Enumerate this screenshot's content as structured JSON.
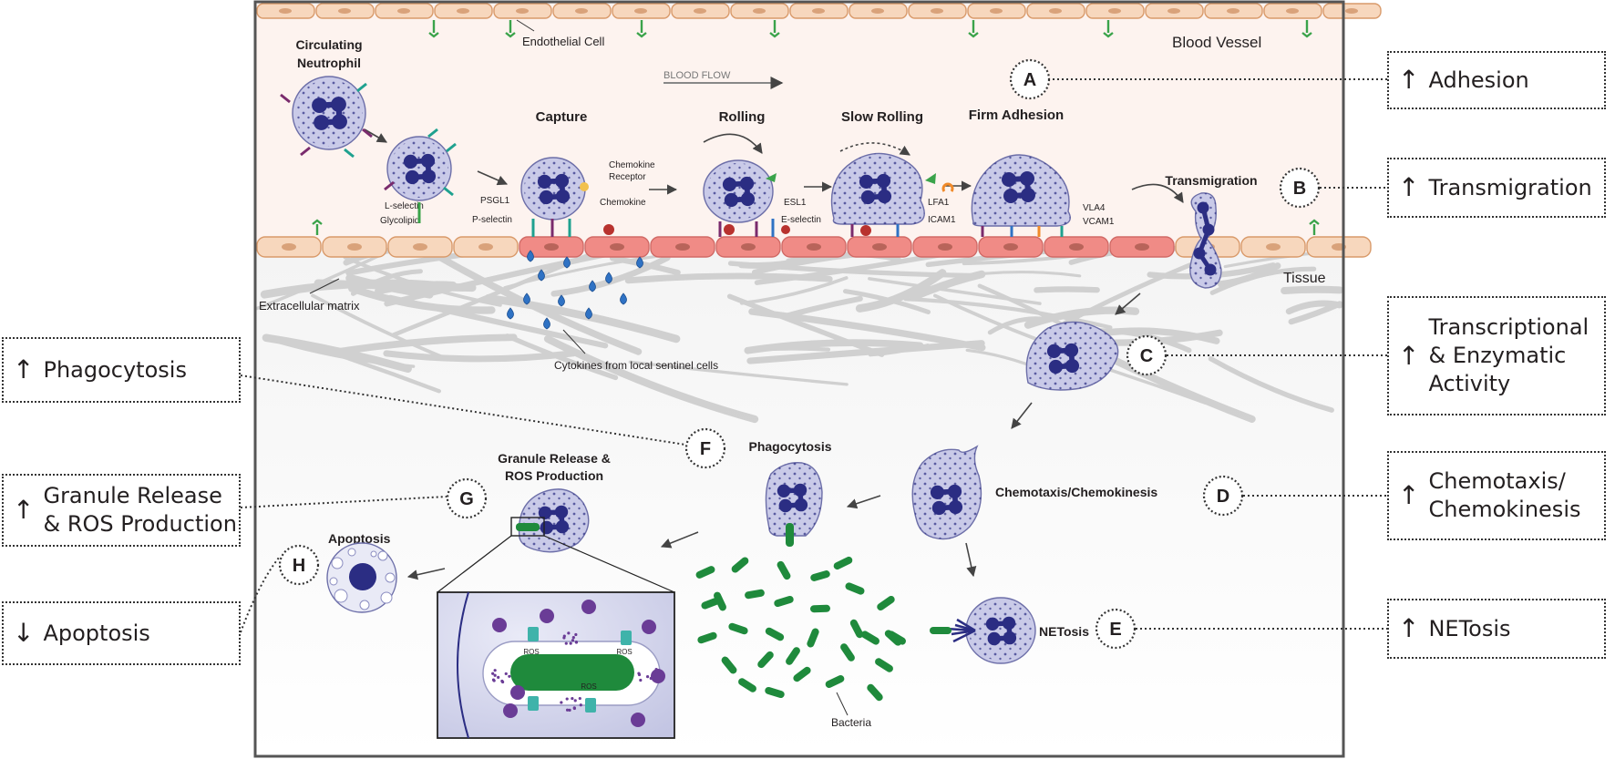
{
  "scene": {
    "blood_vessel": "Blood Vessel",
    "endothelial_cell": "Endothelial Cell",
    "blood_flow": "BLOOD FLOW",
    "tissue": "Tissue",
    "extracellular_matrix": "Extracellular matrix",
    "cytokines": "Cytokines from local sentinel cells",
    "bacteria": "Bacteria"
  },
  "stages": {
    "circulating": [
      "Circulating",
      "Neutrophil"
    ],
    "capture": "Capture",
    "rolling": "Rolling",
    "slow_rolling": "Slow Rolling",
    "firm_adhesion": "Firm Adhesion",
    "transmigration": "Transmigration",
    "phagocytosis": "Phagocytosis",
    "granule_release": [
      "Granule Release &",
      "ROS Production"
    ],
    "chemotaxis": "Chemotaxis/Chemokinesis",
    "apoptosis": "Apoptosis",
    "netosis": "NETosis"
  },
  "molecules": {
    "l_selectin": "L-selectin",
    "glycolipid": "Glycolipid",
    "psgl1": "PSGL1",
    "p_selectin": "P-selectin",
    "chemokine_receptor": [
      "Chemokine",
      "Receptor"
    ],
    "chemokine": "Chemokine",
    "esl1": "ESL1",
    "e_selectin": "E-selectin",
    "lfa1": "LFA1",
    "icam1": "ICAM1",
    "vla4": "VLA4",
    "vcam1": "VCAM1",
    "ros": "ROS"
  },
  "markers": {
    "a": "A",
    "b": "B",
    "c": "C",
    "d": "D",
    "e": "E",
    "f": "F",
    "g": "G",
    "h": "H"
  },
  "effects": {
    "adhesion": {
      "arrow": "↑",
      "lines": [
        "Adhesion"
      ]
    },
    "transmigration": {
      "arrow": "↑",
      "lines": [
        "Transmigration"
      ]
    },
    "transcriptional": {
      "arrow": "↑",
      "lines": [
        "Transcriptional",
        "& Enzymatic",
        "Activity"
      ]
    },
    "chemotaxis": {
      "arrow": "↑",
      "lines": [
        "Chemotaxis/",
        "Chemokinesis"
      ]
    },
    "netosis": {
      "arrow": "↑",
      "lines": [
        "NETosis"
      ]
    },
    "phagocytosis": {
      "arrow": "↑",
      "lines": [
        "Phagocytosis"
      ]
    },
    "granule": {
      "arrow": "↑",
      "lines": [
        "Granule Release",
        "& ROS Production"
      ]
    },
    "apoptosis": {
      "arrow": "↓",
      "lines": [
        "Apoptosis"
      ]
    }
  },
  "colors": {
    "vessel_bg": "#fdf3ef",
    "endothelium": "#f7d7bd",
    "activated_endothelium": "#f08b86",
    "neutrophil_body": "#c9cae8",
    "nucleus": "#2b2d83",
    "bacteria": "#1f8a3c",
    "cytokine": "#2f72c4",
    "ecm": "#bfbfbf"
  }
}
